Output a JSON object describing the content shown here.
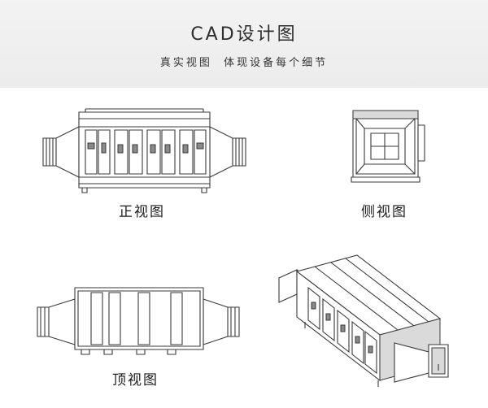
{
  "header": {
    "title": "CAD设计图",
    "subtitle": "真实视图  体现设备每个细节"
  },
  "views": {
    "front": {
      "label": "正视图"
    },
    "side": {
      "label": "侧视图"
    },
    "top": {
      "label": "顶视图"
    },
    "iso": {
      "label": ""
    }
  }
}
